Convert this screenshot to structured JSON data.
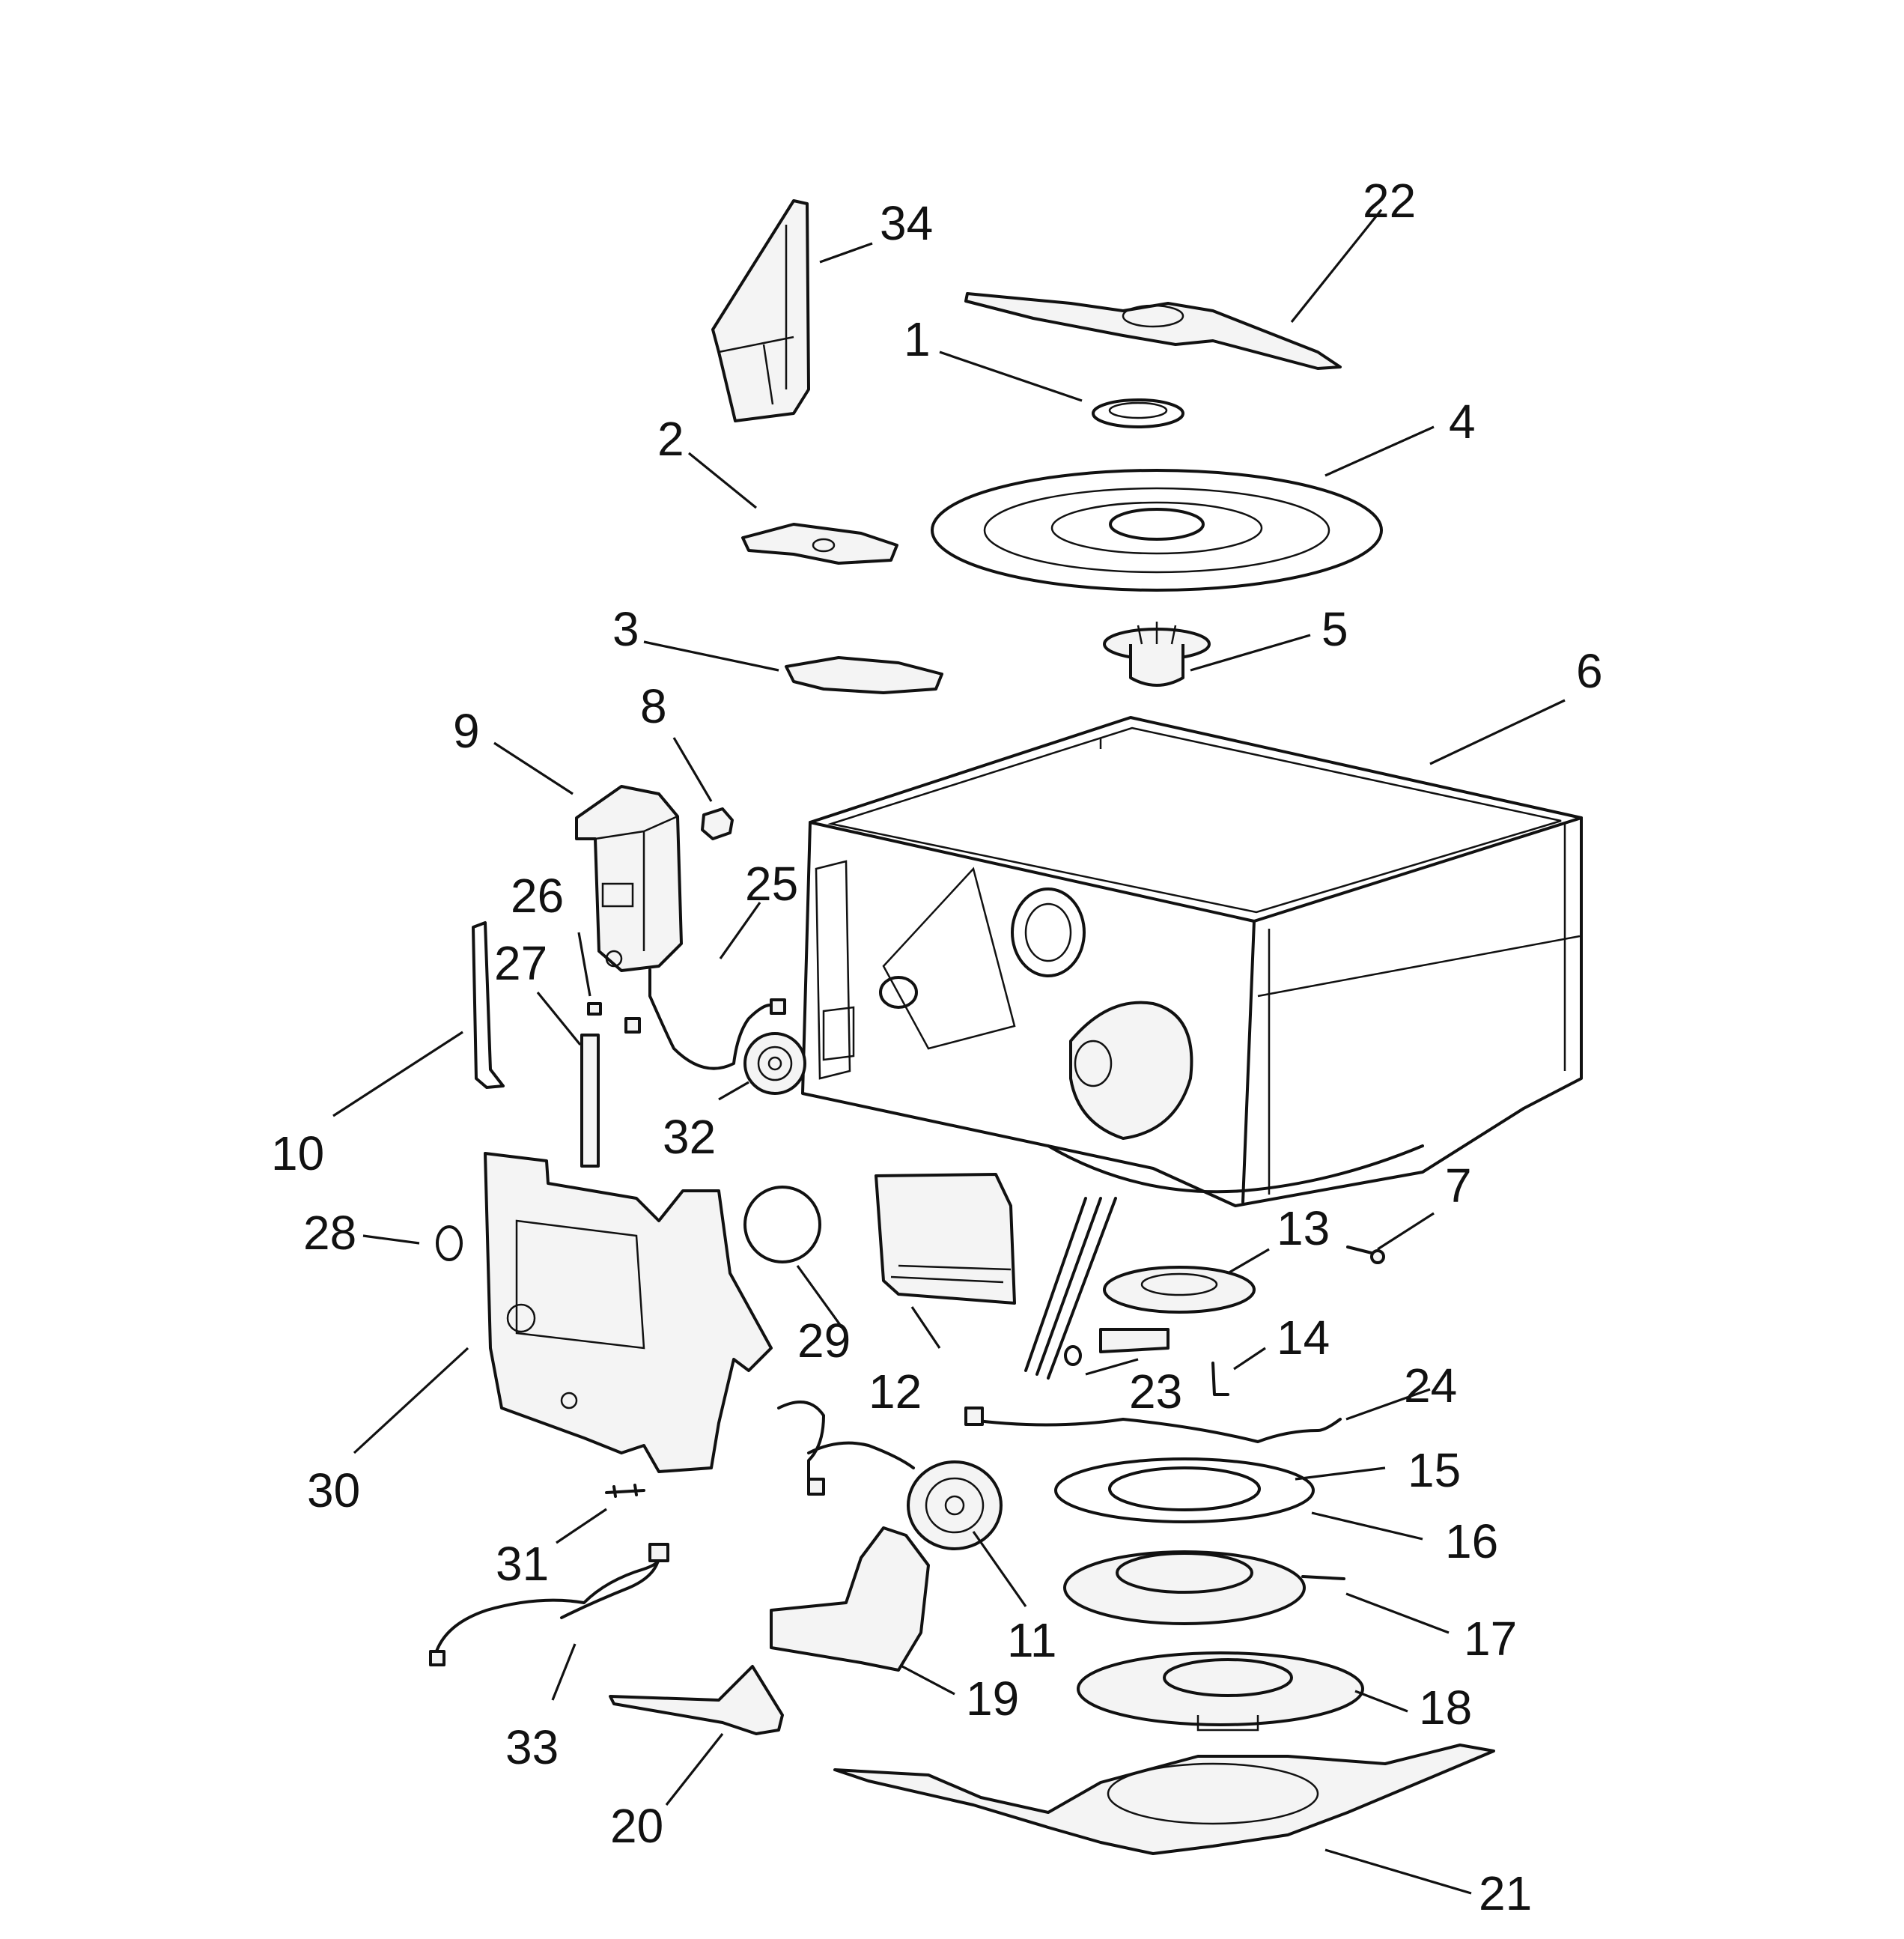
{
  "diagram": {
    "callouts": [
      "1",
      "2",
      "3",
      "4",
      "5",
      "6",
      "7",
      "8",
      "9",
      "10",
      "11",
      "12",
      "13",
      "14",
      "15",
      "16",
      "17",
      "18",
      "19",
      "20",
      "21",
      "22",
      "23",
      "24",
      "25",
      "26",
      "27",
      "28",
      "29",
      "30",
      "31",
      "32",
      "33",
      "34"
    ]
  },
  "colors": {
    "line": "#111111",
    "background": "#ffffff",
    "part_fill": "#f4f4f4"
  }
}
